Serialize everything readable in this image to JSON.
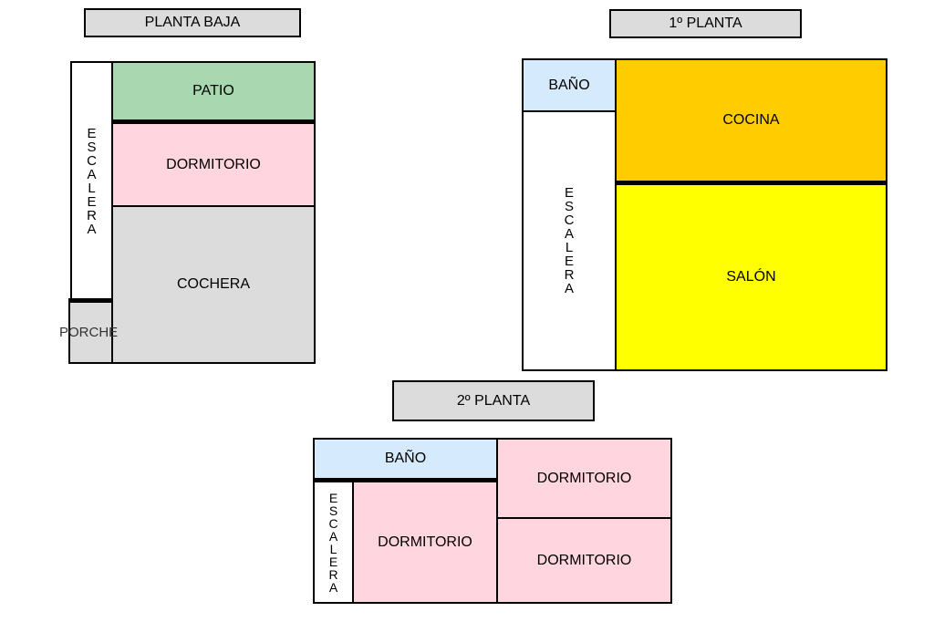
{
  "floors": {
    "ground": {
      "title": "PLANTA BAJA",
      "stairs": "ESCALERA",
      "patio": "PATIO",
      "bedroom": "DORMITORIO",
      "garage": "COCHERA",
      "porch": "PORCHE"
    },
    "first": {
      "title": "1º PLANTA",
      "bathroom": "BAÑO",
      "stairs": "ESCALERA",
      "kitchen": "COCINA",
      "living_room": "SALÓN"
    },
    "second": {
      "title": "2º PLANTA",
      "bathroom": "BAÑO",
      "stairs": "ESCALERA",
      "bedroom_left": "DORMITORIO",
      "bedroom_top_right": "DORMITORIO",
      "bedroom_bottom_right": "DORMITORIO"
    }
  },
  "colors": {
    "patio": "#a9d7b0",
    "bedroom": "#ffd6df",
    "garage": "#dcdcdc",
    "bathroom": "#d5eafc",
    "kitchen": "#ffcc00",
    "living_room": "#ffff00",
    "title_box": "#dcdcdc"
  }
}
